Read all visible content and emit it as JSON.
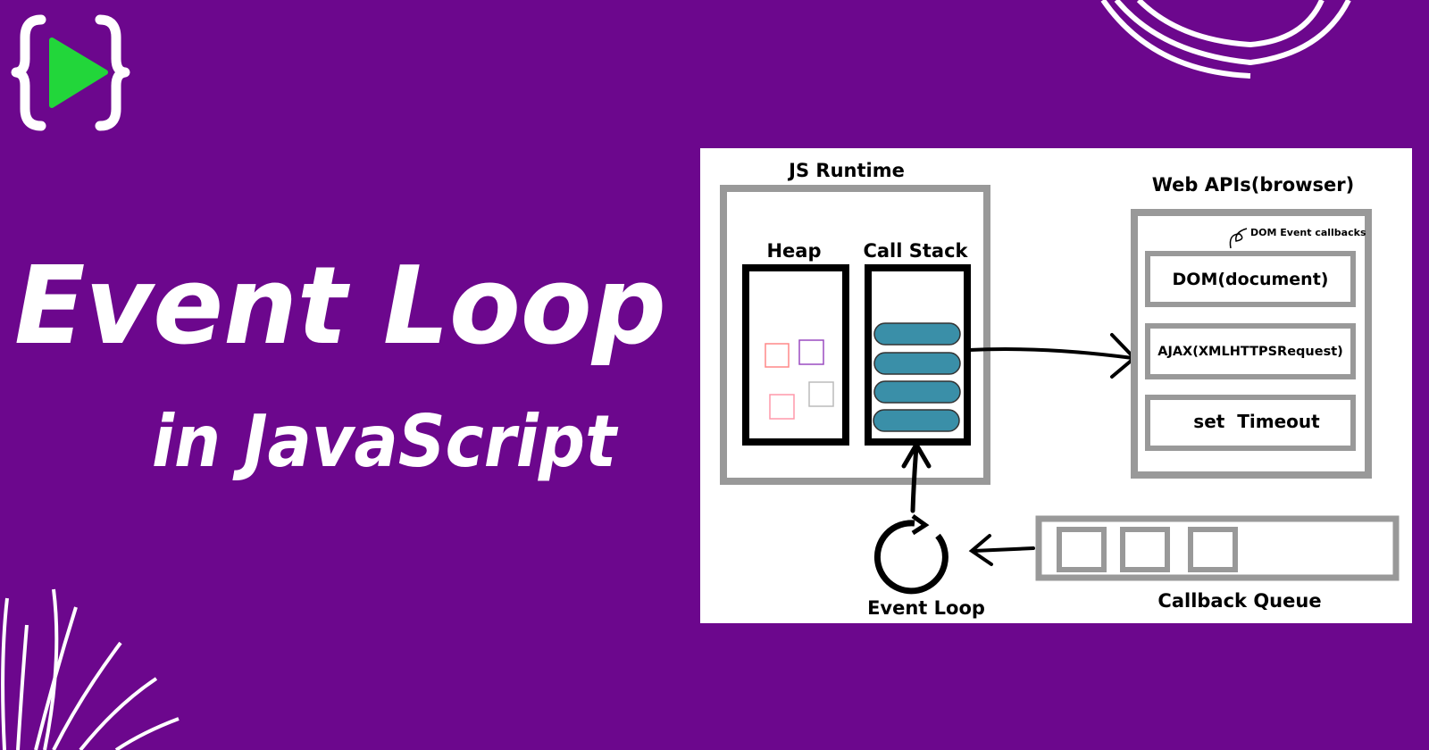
{
  "title": {
    "line1": "Event Loop",
    "line2": "in JavaScript"
  },
  "colors": {
    "background": "#6c078d",
    "logo_play": "#22d63a",
    "stack_frame": "#3a8fa8",
    "box_gray": "#999999"
  },
  "diagram": {
    "js_runtime": "JS Runtime",
    "heap": "Heap",
    "call_stack": "Call Stack",
    "web_apis": "Web APIs(browser)",
    "dom_event_callbacks": "DOM Event callbacks",
    "dom": "DOM(document)",
    "ajax": "AJAX(XMLHTTPSRequest)",
    "set_timeout": "set  Timeout",
    "event_loop": "Event Loop",
    "callback_queue": "Callback Queue"
  }
}
